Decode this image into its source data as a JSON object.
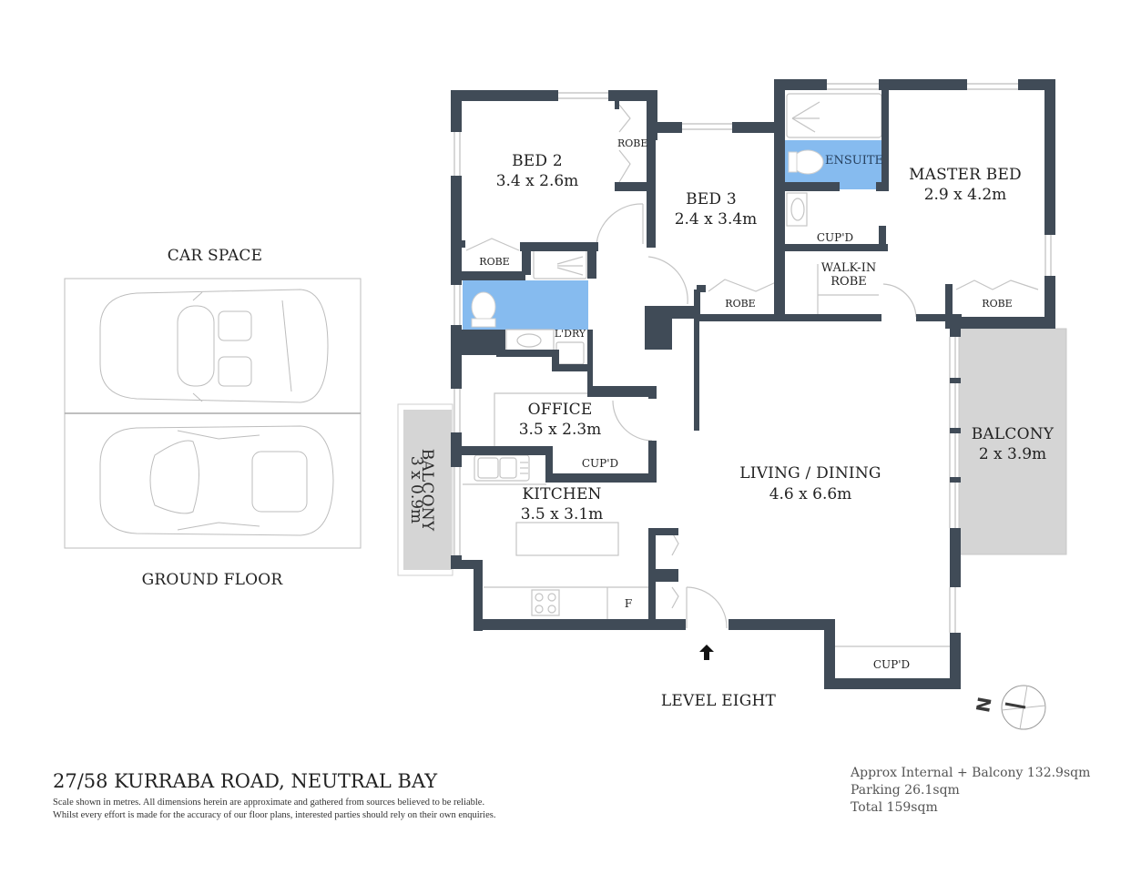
{
  "plan": {
    "address": "27/58 KURRABA ROAD, NEUTRAL BAY",
    "disclaimer_lines": [
      "Scale shown in metres. All dimensions herein are approximate and gathered from sources believed to be  reliable.",
      "Whilst every effort is made for the accuracy of our floor plans, interested parties should rely on their own enquiries."
    ],
    "areas": {
      "internal": "Approx Internal + Balcony 132.9sqm",
      "parking": "Parking 26.1sqm",
      "total": "Total  159sqm"
    },
    "level_label": "LEVEL EIGHT",
    "north_label": "N"
  },
  "car_space": {
    "title": "CAR SPACE",
    "floor_label": "GROUND FLOOR"
  },
  "rooms": {
    "bed2": {
      "name": "BED 2",
      "dim": "3.4 x 2.6m"
    },
    "bed3": {
      "name": "BED 3",
      "dim": "2.4 x 3.4m"
    },
    "master": {
      "name": "MASTER BED",
      "dim": "2.9 x 4.2m"
    },
    "ensuite": {
      "name": "ENSUITE"
    },
    "office": {
      "name": "OFFICE",
      "dim": "3.5 x 2.3m"
    },
    "kitchen": {
      "name": "KITCHEN",
      "dim": "3.5 x 3.1m"
    },
    "living": {
      "name": "LIVING / DINING",
      "dim": "4.6 x 6.6m"
    },
    "balcony_east": {
      "name": "BALCONY",
      "dim": "2 x 3.9m"
    },
    "balcony_west": {
      "name": "BALCONY",
      "dim": "3 x 0.9m"
    }
  },
  "fixtures": {
    "robe_bed2_side": "ROBE",
    "robe_bed2_bottom": "ROBE",
    "robe_bed3": "ROBE",
    "robe_master": "ROBE",
    "walkin": "WALK-IN",
    "walkin2": "ROBE",
    "cupd_ensuite": "CUP'D",
    "cupd_office": "CUP'D",
    "cupd_living": "CUP'D",
    "laundry": "L'DRY",
    "fridge": "F"
  },
  "colors": {
    "wall": "#404b57",
    "wet_area": "#86bbef",
    "balcony": "#d5d5d5",
    "fixture_line": "#c4c4c4"
  }
}
